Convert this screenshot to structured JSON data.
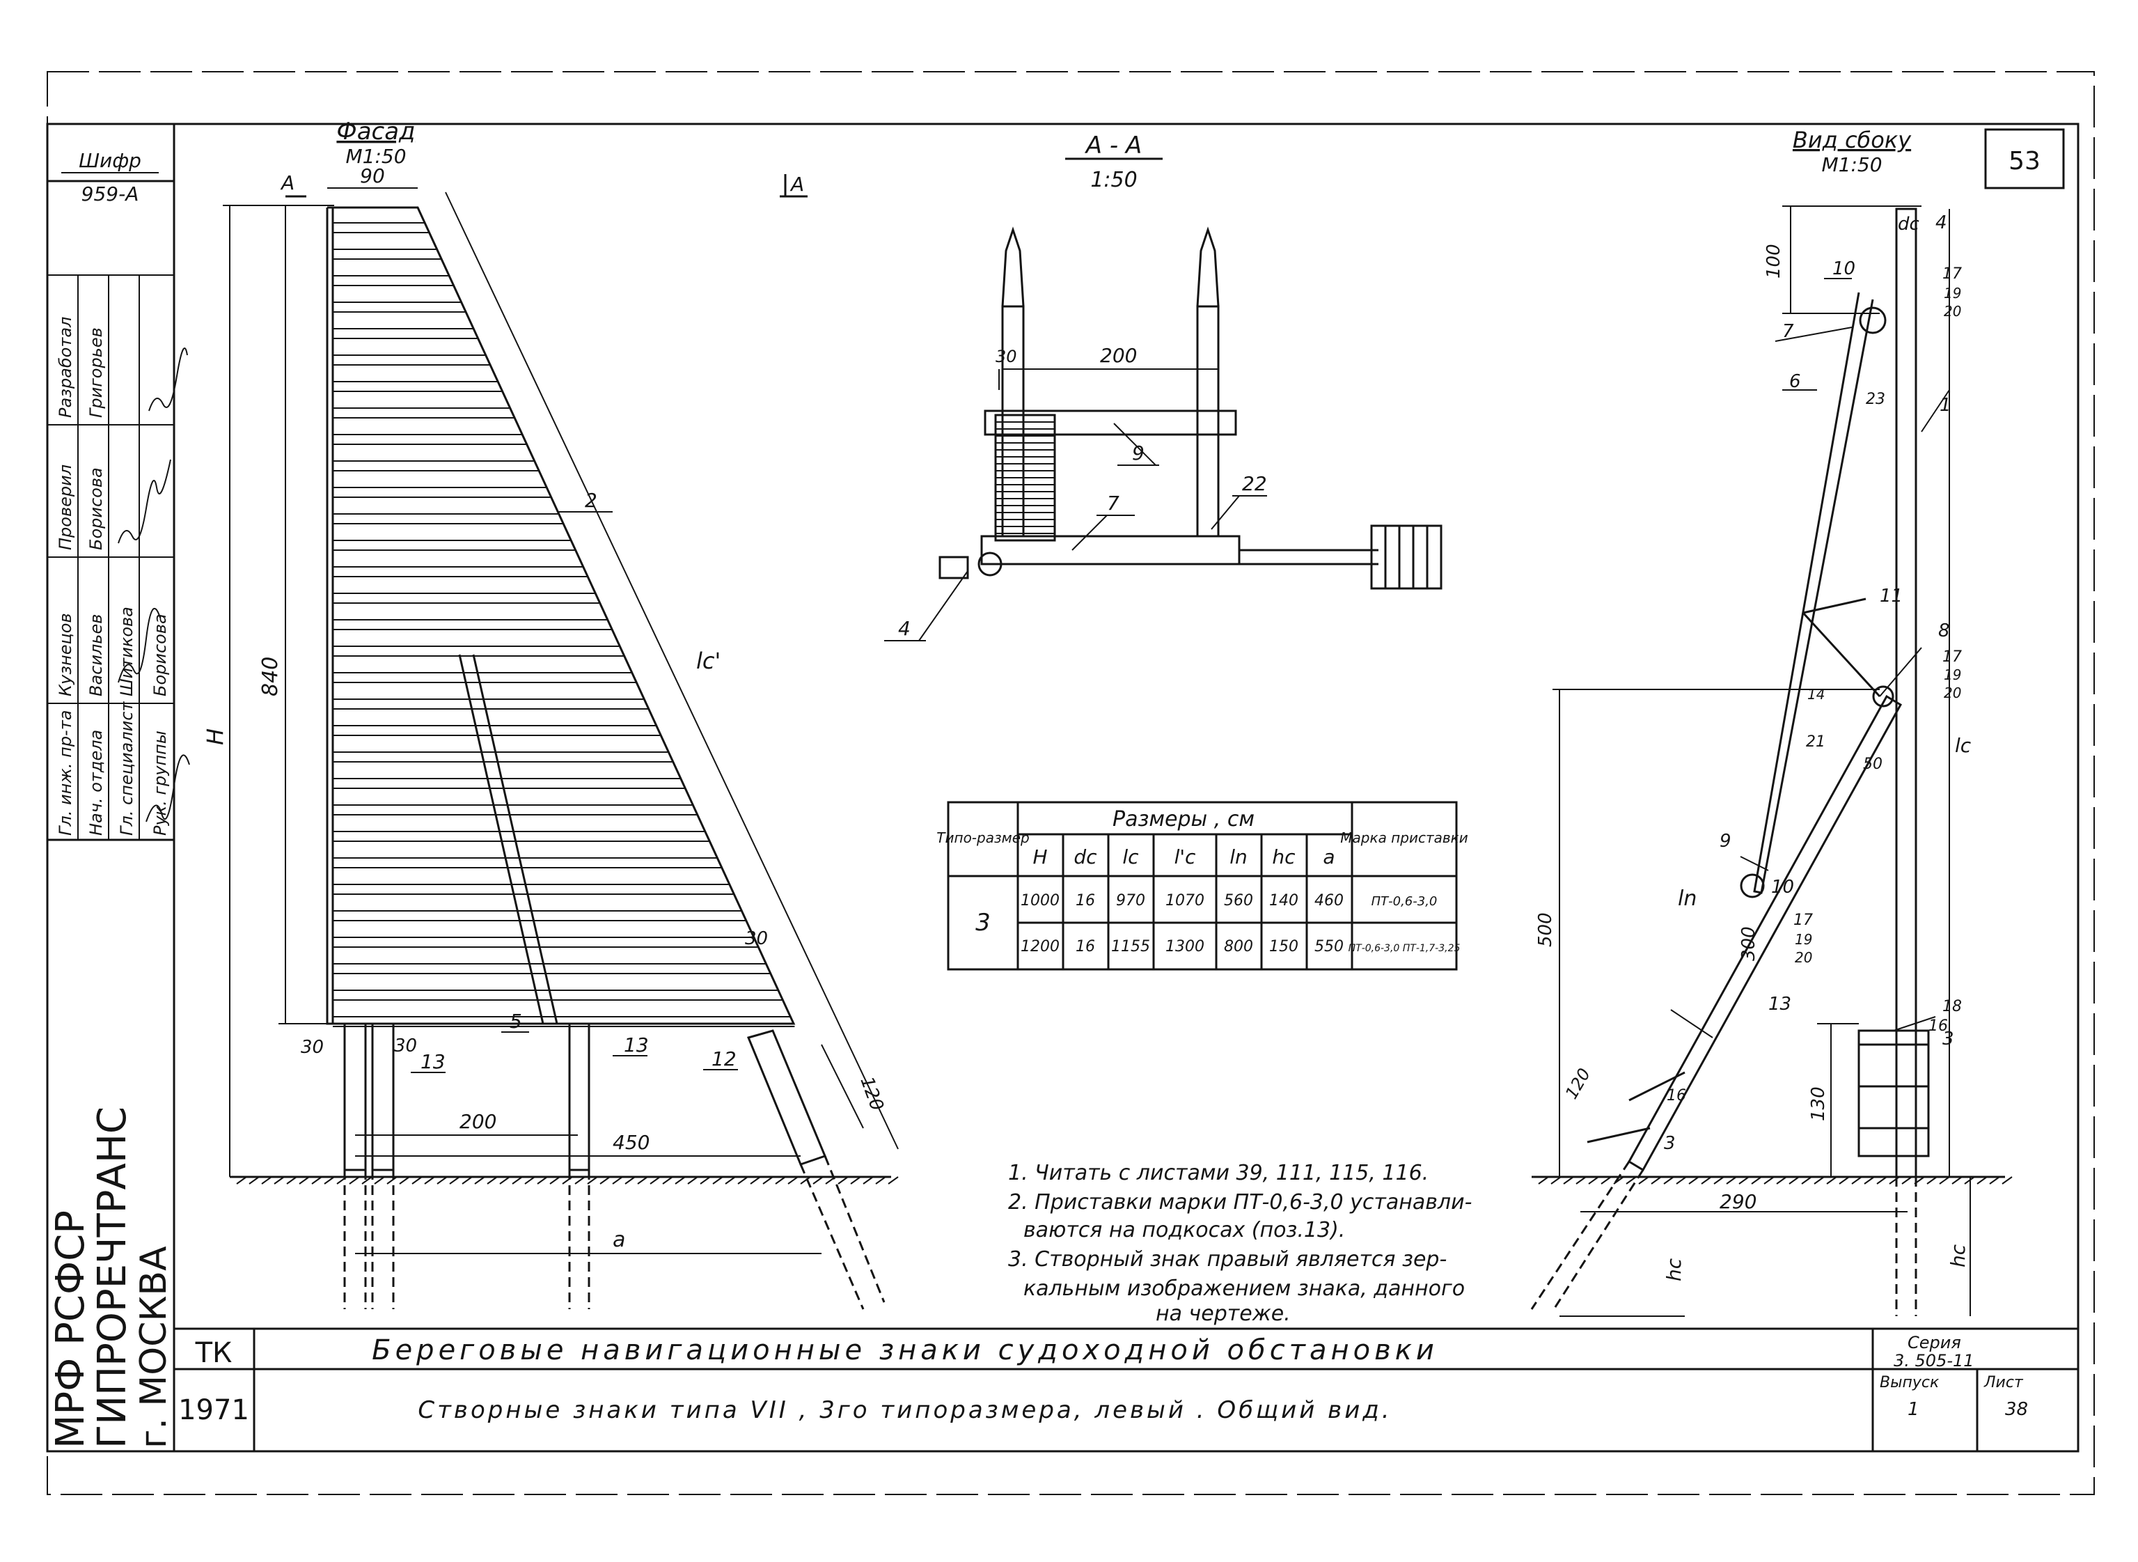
{
  "sheet_number": "53",
  "cipher": {
    "label": "Шифр",
    "value": "959-А"
  },
  "title_block": {
    "org_lines": [
      "МРФ РСФСР",
      "ГИПРОРЕЧТРАНС",
      "г. МОСКВА"
    ],
    "tk": "ТК",
    "year": "1971",
    "main_title": "Береговые навигационные знаки судоходной обстановки",
    "subtitle": "Створные знаки типа VII , 3го типоразмера, левый . Общий вид.",
    "series_label": "Серия",
    "series_value": "3. 505-11",
    "issue_label": "Выпуск",
    "issue_value": "1",
    "sheet_label": "Лист",
    "sheet_value": "38"
  },
  "signatures": [
    {
      "role": "Гл. инж. пр-та",
      "name": "Кузнецов"
    },
    {
      "role": "Нач. отдела",
      "name": "Васильев"
    },
    {
      "role": "Гл. специалист",
      "name": "Шитикова"
    },
    {
      "role": "Рук. группы",
      "name": "Борисова"
    },
    {
      "role": "Проверил",
      "name": "Борисова"
    },
    {
      "role": "Разработал",
      "name": "Григорьев"
    }
  ],
  "views": {
    "facade": {
      "title": "Фасад",
      "scale": "М1:50"
    },
    "section": {
      "title": "А - А",
      "scale": "1:50"
    },
    "side": {
      "title": "Вид сбоку",
      "scale": "М1:50"
    }
  },
  "section_marks": {
    "left": "А",
    "right": "А"
  },
  "facade_labels": {
    "dim_90": "90",
    "dim_840": "840",
    "dim_H": "H",
    "dim_lc": "lc'",
    "dim_30_left": "30",
    "dim_30_a": "30",
    "dim_30_b": "30",
    "dim_200": "200",
    "dim_450": "450",
    "dim_120": "120",
    "dim_a": "a",
    "pos_2": "2",
    "pos_5": "5",
    "pos_12": "12",
    "pos_13a": "13",
    "pos_13b": "13"
  },
  "section_labels": {
    "dim_30": "30",
    "dim_200": "200",
    "pos_9": "9",
    "pos_7": "7",
    "pos_22": "22",
    "pos_4": "4"
  },
  "side_labels": {
    "dim_100": "100",
    "dim_dc": "dc",
    "dim_500": "500",
    "dim_300": "300",
    "dim_130": "130",
    "dim_120": "120",
    "dim_290": "290",
    "dim_hc_left": "hc",
    "dim_hc_right": "hc",
    "dim_lc": "lc",
    "dim_ln": "ln",
    "dim_50": "50",
    "pos_10a": "10",
    "pos_4": "4",
    "pos_17a": "17",
    "pos_19a": "19",
    "pos_20a": "20",
    "pos_7": "7",
    "pos_23": "23",
    "pos_6": "6",
    "pos_1": "1",
    "pos_11": "11",
    "pos_8": "8",
    "pos_17b": "17",
    "pos_19b": "19",
    "pos_20b": "20",
    "pos_14": "14",
    "pos_21": "21",
    "pos_9": "9",
    "pos_10b": "10",
    "pos_17c": "17",
    "pos_19c": "19",
    "pos_20c": "20",
    "pos_13": "13",
    "pos_3a": "3",
    "pos_16a": "16",
    "pos_18": "18",
    "pos_3b": "3",
    "pos_16b": "16"
  },
  "dimensions_table": {
    "group_header": "Размеры , см",
    "col_type": "Типо-размер",
    "col_mark": "Марка приставки",
    "columns": [
      "H",
      "dc",
      "lc",
      "l'c",
      "ln",
      "hc",
      "a"
    ],
    "type_value": "3",
    "rows": [
      {
        "values": [
          "1000",
          "16",
          "970",
          "1070",
          "560",
          "140",
          "460"
        ],
        "mark": "ПТ-0,6-3,0"
      },
      {
        "values": [
          "1200",
          "16",
          "1155",
          "1300",
          "800",
          "150",
          "550"
        ],
        "mark": "ПТ-0,6-3,0 ПТ-1,7-3,25"
      }
    ]
  },
  "notes": [
    "1. Читать с листами 39, 111, 115, 116.",
    "2. Приставки марки ПТ-0,6-3,0 устанавли-",
    "ваются на подкосах (поз.13).",
    "3. Створный знак правый является зер-",
    "кальным изображением знака, данного",
    "на чертеже."
  ]
}
